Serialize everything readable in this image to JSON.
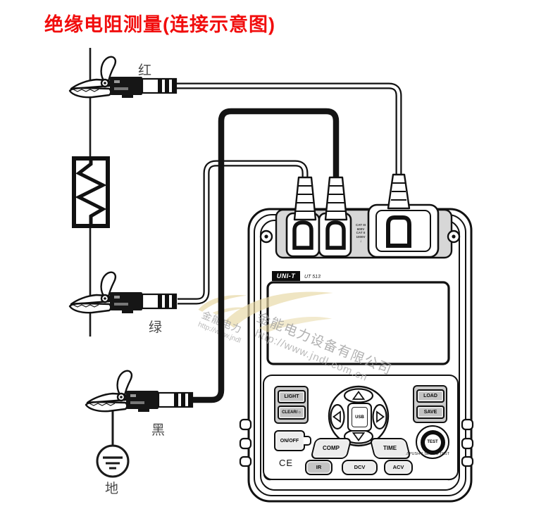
{
  "title": "绝缘电阻测量(连接示意图)",
  "labels": {
    "red": "红",
    "green": "绿",
    "black": "黑",
    "ground": "地"
  },
  "watermark": {
    "company": "金能电力设备有限公司",
    "short": "金能电力",
    "url": "http://www.jndl.com.cn"
  },
  "device": {
    "brand": "UNI-T",
    "model": "UT 513",
    "cat_lines": [
      "CAT III",
      "600V",
      "CAT II",
      "1000V"
    ],
    "icons": {
      "earth_arrow": "↓"
    },
    "buttons": {
      "light": "LIGHT",
      "clear": "CLEAR/☼",
      "load": "LOAD",
      "save": "SAVE",
      "usb": "USB",
      "onoff": "ON/OFF",
      "comp": "COMP",
      "time": "TIME",
      "ir": "IR",
      "dcv": "DCV",
      "acv": "ACV",
      "test": "TEST"
    },
    "test_hint": "⚠PUSH 1 SEC TO TEST",
    "ce": "CE"
  },
  "colors": {
    "title_red": "#f10d0d",
    "watermark_gray": "#9e9e9e",
    "swoosh_tan": "#e7d8a6",
    "panel_gray": "#d7d7d7",
    "button_gray": "#c3c3c3"
  }
}
